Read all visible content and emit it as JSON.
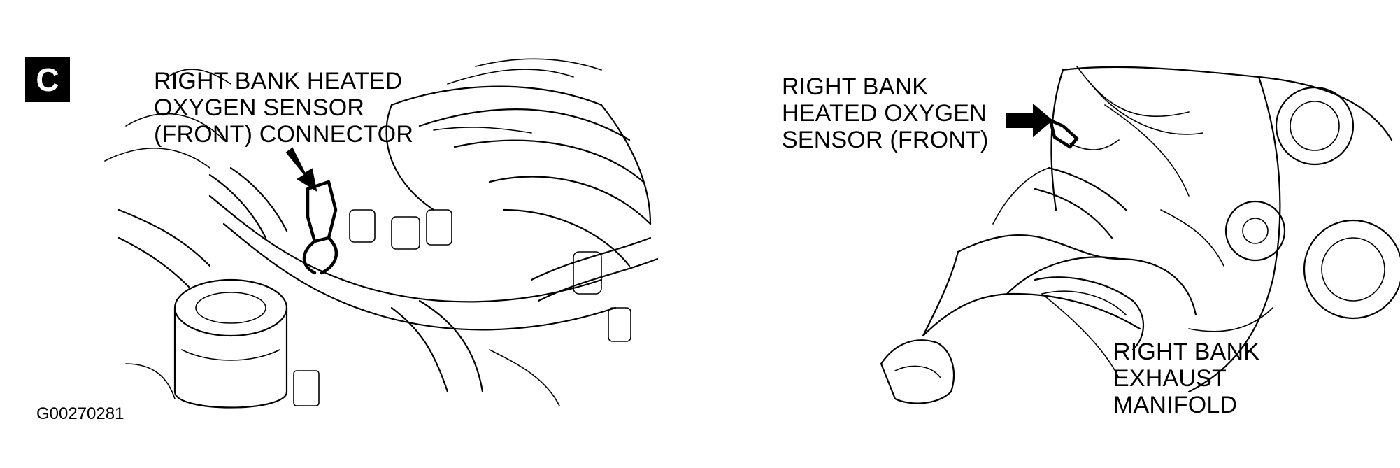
{
  "panel_badge": "C",
  "figure_id": "G00270281",
  "left_view": {
    "callout_lines": [
      "RIGHT BANK HEATED",
      "OXYGEN SENSOR",
      "(FRONT) CONNECTOR"
    ]
  },
  "right_view": {
    "sensor_callout_lines": [
      "RIGHT BANK",
      "HEATED OXYGEN",
      "SENSOR (FRONT)"
    ],
    "manifold_callout_lines": [
      "RIGHT BANK",
      "EXHAUST",
      "MANIFOLD"
    ]
  }
}
